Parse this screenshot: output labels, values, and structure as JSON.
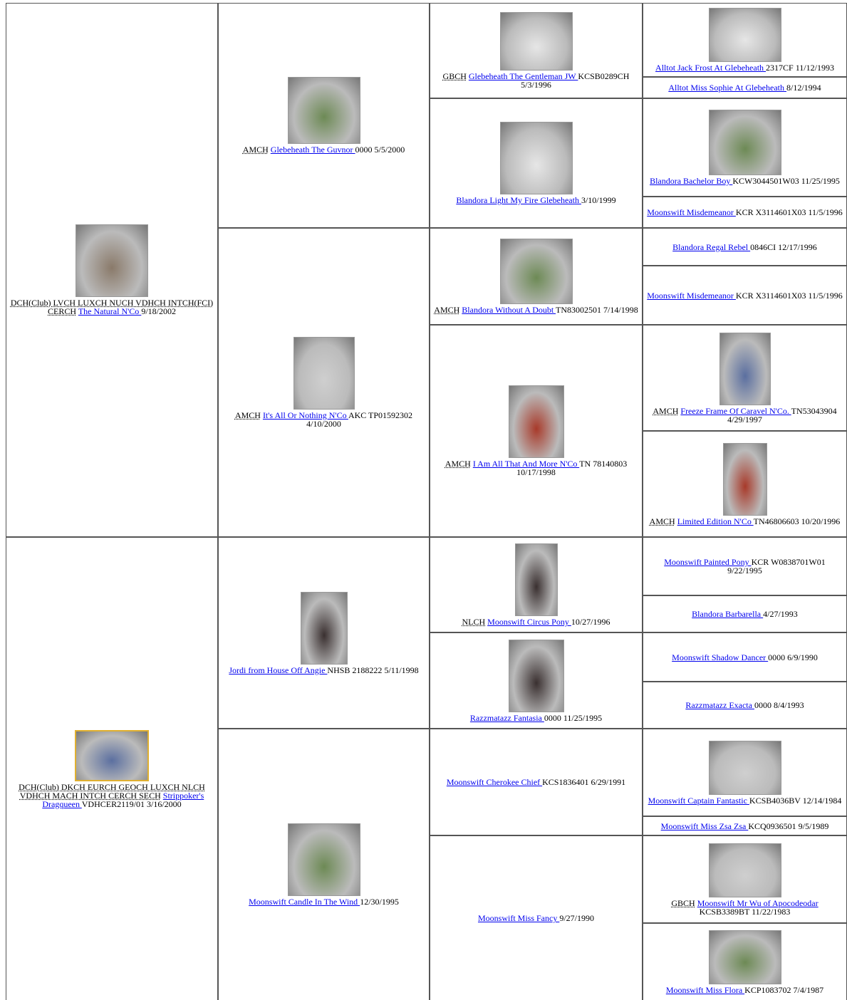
{
  "gen1": [
    {
      "titles": "DCH(Club) LVCH LUXCH NUCH VDHCH INTCH(FCI) CERCH",
      "name": "The Natural N'Co",
      "reg": "",
      "date": "9/18/2002",
      "photo": "gray-brown"
    },
    {
      "titles": "DCH(Club) DKCH EURCH GEOCH LUXCH NLCH VDHCH MACH INTCH CERCH SECH",
      "name": "Strippoker's Dragqueen",
      "reg": "VDHCER2119/01",
      "date": "3/16/2000",
      "photo": "blue-yellow"
    }
  ],
  "gen2": [
    {
      "titles": "AMCH",
      "name": "Glebeheath The Guvnor",
      "reg": "0000",
      "date": "5/5/2000"
    },
    {
      "titles": "AMCH",
      "name": "It's All Or Nothing N'Co",
      "reg": "AKC TP01592302",
      "date": "4/10/2000"
    },
    {
      "titles": "",
      "name": "Jordi from House Off Angie",
      "reg": "NHSB 2188222",
      "date": "5/11/1998"
    },
    {
      "titles": "",
      "name": "Moonswift Candle In The Wind",
      "reg": "",
      "date": "12/30/1995"
    }
  ],
  "gen3": [
    {
      "titles": "GBCH",
      "name": "Glebeheath The Gentleman JW",
      "reg": "KCSB0289CH",
      "date": "5/3/1996"
    },
    {
      "titles": "",
      "name": "Blandora Light My Fire Glebeheath",
      "reg": "",
      "date": "3/10/1999"
    },
    {
      "titles": "AMCH",
      "name": "Blandora Without A Doubt",
      "reg": "TN83002501",
      "date": "7/14/1998"
    },
    {
      "titles": "AMCH",
      "name": "I Am All That And More N'Co",
      "reg": "TN 78140803",
      "date": "10/17/1998"
    },
    {
      "titles": "NLCH",
      "name": "Moonswift Circus Pony",
      "reg": "",
      "date": "10/27/1996"
    },
    {
      "titles": "",
      "name": "Razzmatazz Fantasia",
      "reg": "0000",
      "date": "11/25/1995"
    },
    {
      "titles": "",
      "name": "Moonswift Cherokee Chief",
      "reg": "KCS1836401",
      "date": "6/29/1991"
    },
    {
      "titles": "",
      "name": "Moonswift Miss Fancy",
      "reg": "",
      "date": "9/27/1990"
    }
  ],
  "gen4": [
    {
      "titles": "",
      "name": "Alltot Jack Frost At Glebeheath",
      "reg": "2317CF",
      "date": "11/12/1993"
    },
    {
      "titles": "",
      "name": "Alltot Miss Sophie At Glebeheath",
      "reg": "",
      "date": "8/12/1994"
    },
    {
      "titles": "",
      "name": "Blandora Bachelor Boy",
      "reg": "KCW3044501W03",
      "date": "11/25/1995"
    },
    {
      "titles": "",
      "name": "Moonswift Misdemeanor",
      "reg": "KCR X3114601X03",
      "date": "11/5/1996"
    },
    {
      "titles": "",
      "name": "Blandora Regal Rebel",
      "reg": "0846CI",
      "date": "12/17/1996"
    },
    {
      "titles": "",
      "name": "Moonswift Misdemeanor",
      "reg": "KCR X3114601X03",
      "date": "11/5/1996"
    },
    {
      "titles": "AMCH",
      "name": "Freeze Frame Of Caravel N'Co.",
      "reg": "TN53043904",
      "date": "4/29/1997"
    },
    {
      "titles": "AMCH",
      "name": "Limited Edition N'Co",
      "reg": "TN46806603",
      "date": "10/20/1996"
    },
    {
      "titles": "",
      "name": "Moonswift Painted Pony",
      "reg": "KCR W0838701W01",
      "date": "9/22/1995"
    },
    {
      "titles": "",
      "name": "Blandora Barbarella",
      "reg": "",
      "date": "4/27/1993"
    },
    {
      "titles": "",
      "name": "Moonswift Shadow Dancer",
      "reg": "0000",
      "date": "6/9/1990"
    },
    {
      "titles": "",
      "name": "Razzmatazz Exacta",
      "reg": "0000",
      "date": "8/4/1993"
    },
    {
      "titles": "",
      "name": "Moonswift Captain Fantastic",
      "reg": "KCSB4036BV",
      "date": "12/14/1984"
    },
    {
      "titles": "",
      "name": "Moonswift Miss Zsa Zsa",
      "reg": "KCQ0936501",
      "date": "9/5/1989"
    },
    {
      "titles": "GBCH",
      "name": "Moonswift Mr Wu of Apocodeodar",
      "reg": "KCSB3389BT",
      "date": "11/22/1983"
    },
    {
      "titles": "",
      "name": "Moonswift Miss Flora",
      "reg": "KCP1083702",
      "date": "7/4/1987"
    }
  ],
  "photo_tones": {
    "gray-brown": "#8a7a6a",
    "blue-yellow": "#5b6fa0",
    "green": "#6d8a55",
    "white": "#e6e6e6",
    "red": "#a83a2a",
    "dark": "#3a3030",
    "bw": "#cfcfcf"
  },
  "colors": {
    "link": "#0000ee",
    "border": "#555555"
  }
}
